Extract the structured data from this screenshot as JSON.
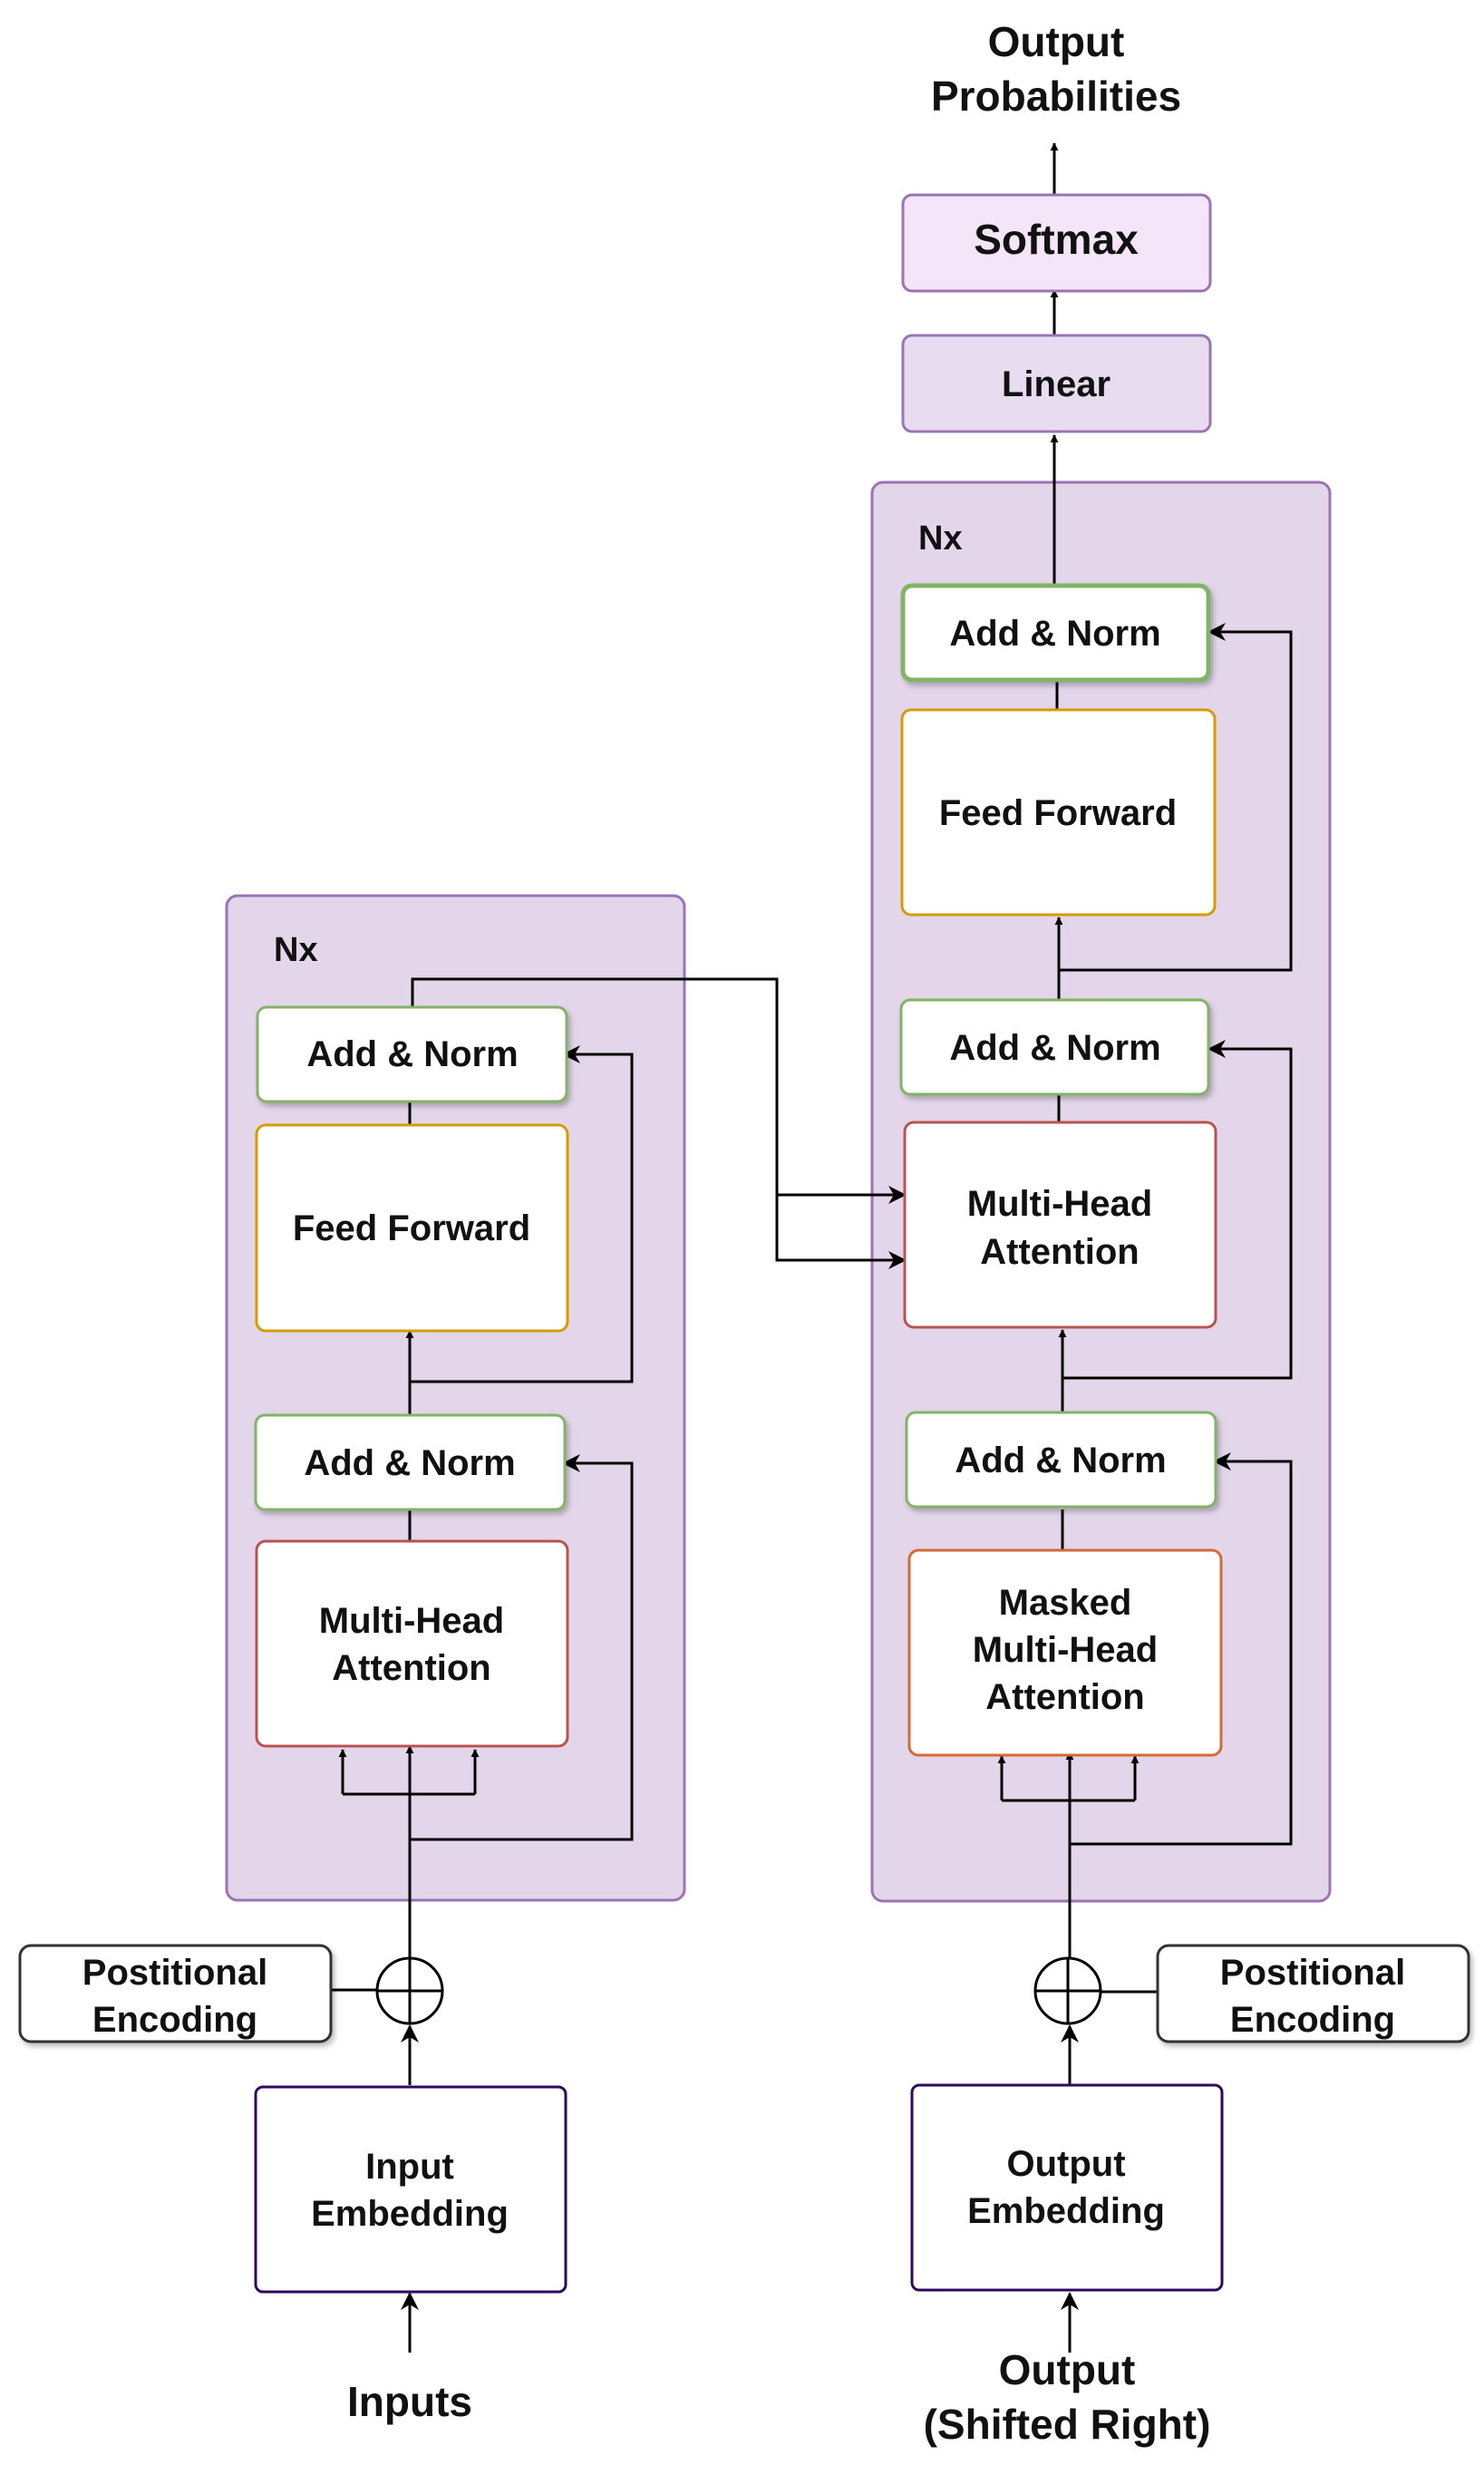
{
  "colors": {
    "stack_fill": "#e3d6ea",
    "stack_border": "#9c73b5",
    "add_norm_border": "#82b366",
    "feed_forward_border": "#d79b00",
    "attention_border": "#b85450",
    "masked_attention_border": "#d46a3a",
    "embedding_border": "#2e0a5c",
    "linear_fill": "#e8dcf0",
    "softmax_fill": "#f4e6f8",
    "line": "#000000"
  },
  "output_probabilities": [
    "Output",
    "Probabilities"
  ],
  "softmax": "Softmax",
  "linear": "Linear",
  "encoder": {
    "repeat": "Nx",
    "add_norm_top": "Add & Norm",
    "feed_forward": "Feed Forward",
    "add_norm_bottom": "Add & Norm",
    "attention": [
      "Multi-Head",
      "Attention"
    ],
    "positional_encoding": [
      "Postitional",
      "Encoding"
    ],
    "embedding": [
      "Input",
      "Embedding"
    ],
    "input_label": "Inputs"
  },
  "decoder": {
    "repeat": "Nx",
    "add_norm_top": "Add & Norm",
    "feed_forward": "Feed Forward",
    "add_norm_middle": "Add & Norm",
    "cross_attention": [
      "Multi-Head",
      "Attention"
    ],
    "add_norm_bottom": "Add & Norm",
    "masked_attention": [
      "Masked",
      "Multi-Head",
      "Attention"
    ],
    "positional_encoding": [
      "Postitional",
      "Encoding"
    ],
    "embedding": [
      "Output",
      "Embedding"
    ],
    "input_label": [
      "Output",
      "(Shifted Right)"
    ]
  }
}
